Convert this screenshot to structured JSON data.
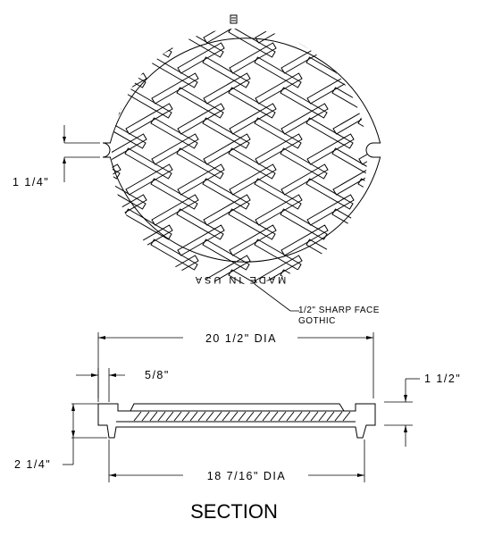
{
  "plan_view": {
    "stamp_text": "MADE IN USA",
    "dim_notch": "1 1/4\"",
    "note_pattern_line1": "1/2\" SHARP FACE",
    "note_pattern_line2": "GOTHIC"
  },
  "section_view": {
    "dim_outer_dia": "20 1/2\" DIA",
    "dim_rim": "5/8\"",
    "dim_thickness": "1 1/2\"",
    "dim_depth": "2 1/4\"",
    "dim_inner_dia": "18 7/16\" DIA",
    "caption": "SECTION"
  }
}
